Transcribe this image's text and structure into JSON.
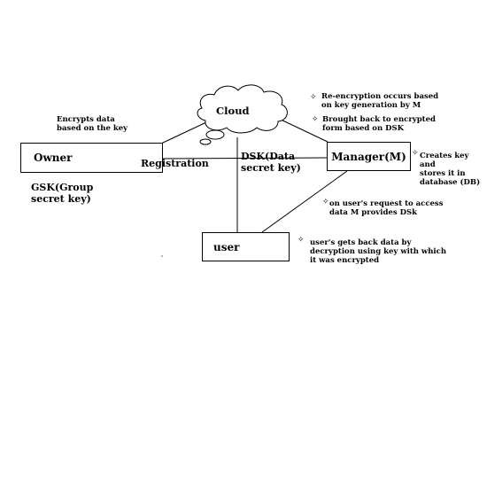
{
  "nodes": {
    "cloud": "Cloud",
    "owner": "Owner",
    "manager": "Manager(M)",
    "user": "user"
  },
  "edge_labels": {
    "registration": "Registration",
    "dsk": "DSK(Data\nsecret key)",
    "gsk": "GSK(Group\nsecret key)"
  },
  "annotations": {
    "encrypts": "Encrypts data\nbased on the key",
    "reencryption": "Re-encryption occurs based\non key generation by M",
    "brought_back": "Brought back to encrypted\nform based on DSK",
    "creates_key": "Creates key and\nstores it in\ndatabase (DB)",
    "user_request": "on user's request to access\ndata M  provides  DSk",
    "user_gets": "user's gets back data by\ndecryption using key with which\nit was encrypted"
  },
  "icons": {
    "bullet": "four-point-star-icon"
  }
}
